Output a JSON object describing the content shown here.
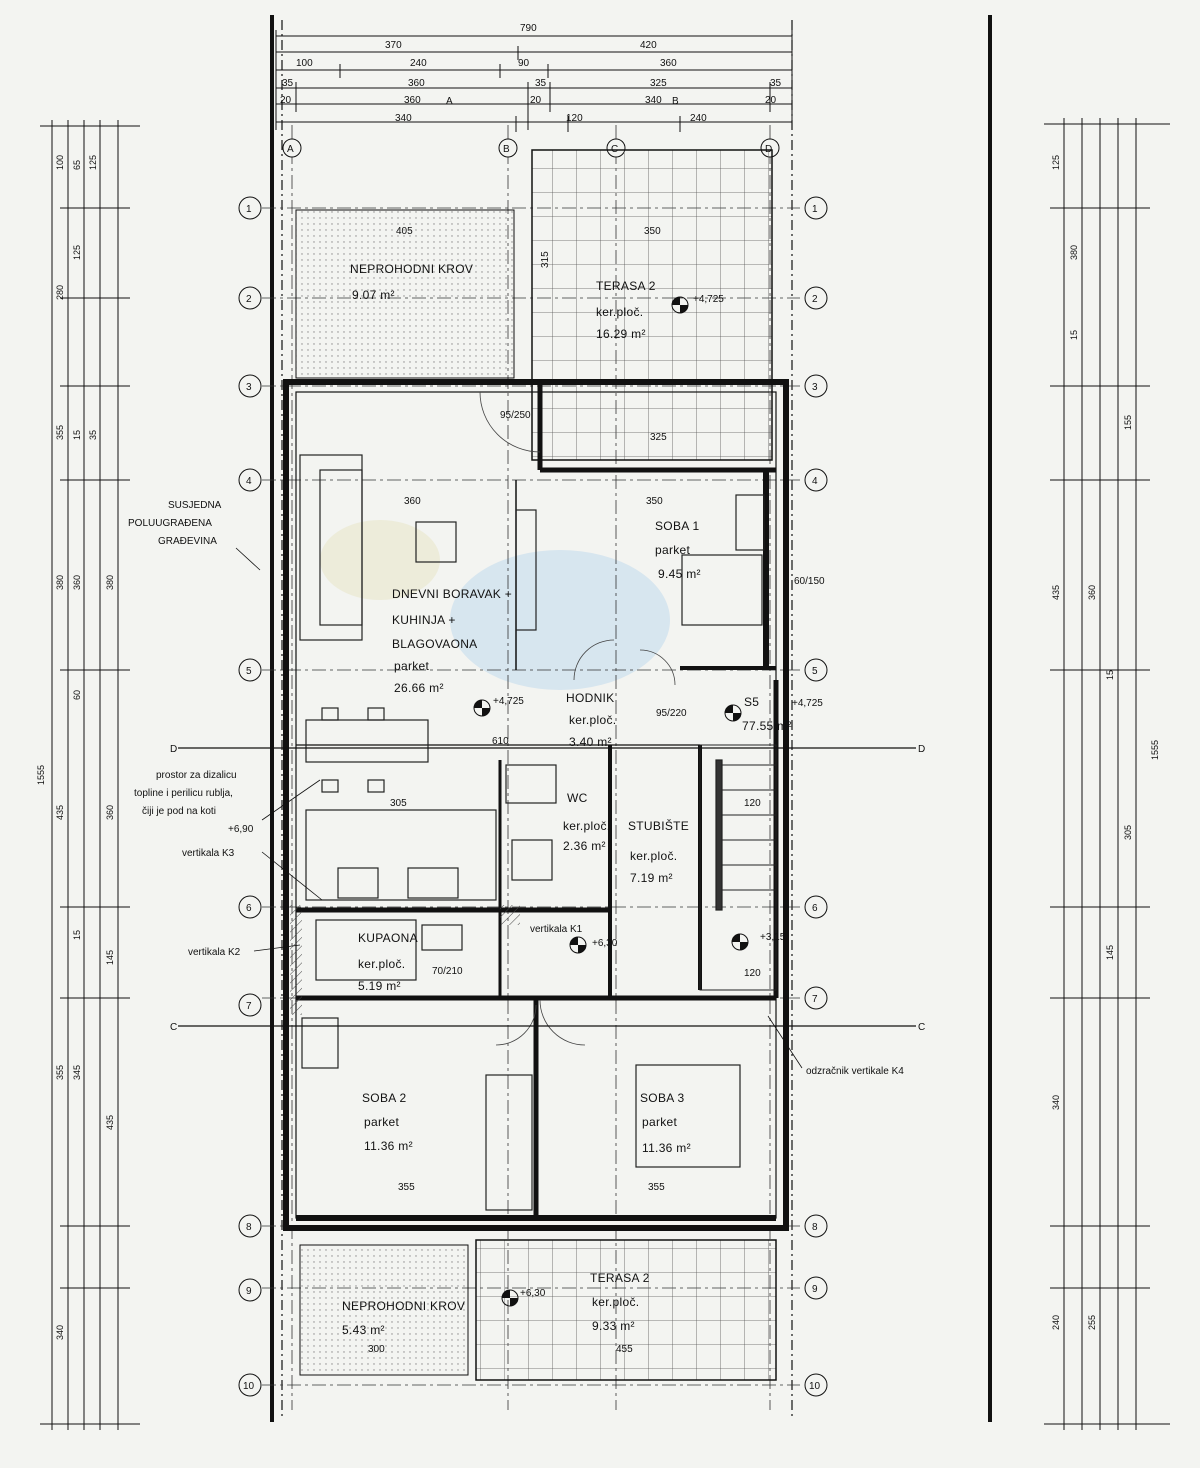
{
  "plan": {
    "top_dims": {
      "total": "790",
      "row2": [
        "370",
        "420"
      ],
      "row3": [
        "100",
        "240",
        "90",
        "360"
      ],
      "row4": [
        "35",
        "360",
        "35",
        "325",
        "35"
      ],
      "row5": [
        "20",
        "360",
        "20",
        "340",
        "20"
      ],
      "row6": [
        "340",
        "120",
        "240"
      ]
    },
    "column_axes": [
      "A",
      "B",
      "C",
      "D"
    ],
    "row_axes": [
      "1",
      "2",
      "3",
      "4",
      "5",
      "6",
      "7",
      "8",
      "9",
      "10"
    ],
    "rooms": {
      "neprohodni_krov_top": {
        "name": "NEPROHODNI KROV",
        "area": "9.07 m²"
      },
      "terasa_top": {
        "name": "TERASA 2",
        "finish": "ker.ploč.",
        "area": "16.29 m²"
      },
      "dnevni": {
        "name1": "DNEVNI BORAVAK +",
        "name2": "KUHINJA +",
        "name3": "BLAGOVAONA",
        "finish": "parket",
        "area": "26.66 m²"
      },
      "soba1": {
        "name": "SOBA 1",
        "finish": "parket",
        "area": "9.45 m²"
      },
      "hodnik": {
        "name": "HODNIK",
        "finish": "ker.ploč.",
        "area": "3.40 m²"
      },
      "wc": {
        "name": "WC",
        "finish": "ker.ploč.",
        "area": "2.36 m²"
      },
      "stubiste": {
        "name": "STUBIŠTE",
        "finish": "ker.ploč.",
        "area": "7.19 m²"
      },
      "kupaona": {
        "name": "KUPAONA",
        "finish": "ker.ploč.",
        "area": "5.19 m²"
      },
      "soba2": {
        "name": "SOBA 2",
        "finish": "parket",
        "area": "11.36 m²"
      },
      "soba3": {
        "name": "SOBA 3",
        "finish": "parket",
        "area": "11.36 m²"
      },
      "neprohodni_krov_bottom": {
        "name": "NEPROHODNI KROV",
        "area": "5.43 m²"
      },
      "terasa_bottom": {
        "name": "TERASA 2",
        "finish": "ker.ploč.",
        "area": "9.33 m²"
      },
      "s5": {
        "name": "S5",
        "area": "77.55 m²"
      }
    },
    "levels": {
      "a": "+4,725",
      "b": "+4,725",
      "c": "+4,725",
      "d": "+6,30",
      "e": "+6,30",
      "f": "+3,15"
    },
    "inner_dims": {
      "d405": "405",
      "d350": "350",
      "d315": "315",
      "d325": "325",
      "d360": "360",
      "d350b": "350",
      "d60_150": "60/150",
      "d95_250": "95/250",
      "d95_220": "95/220",
      "d305": "305",
      "d120": "120",
      "d355a": "355",
      "d355b": "355",
      "d300": "300",
      "d455": "455",
      "d70_210": "70/210",
      "d120b": "120",
      "d610": "610"
    },
    "notes": {
      "susjedna": [
        "SUSJEDNA",
        "POLUUGRAĐENA",
        "GRAĐEVINA"
      ],
      "prostor": [
        "prostor za dizalicu",
        "topline i perilicu rublja,",
        "čiji je pod na koti",
        "+6,90"
      ],
      "vertikala_k3": "vertikala K3",
      "vertikala_k2": "vertikala K2",
      "vertikala_k1": "vertikala K1",
      "odzracnik": "odzračnik vertikale K4"
    },
    "sections": {
      "d": "D",
      "c": "C"
    },
    "left_dims": {
      "total": "1555",
      "col_a": [
        "100",
        "280",
        "355",
        "380",
        "435",
        "355",
        "340"
      ],
      "col_b": [
        "65",
        "125",
        "15",
        "60",
        "360",
        "15",
        "345",
        "145"
      ],
      "col_c": [
        "125",
        "35",
        "380",
        "360",
        "435"
      ]
    },
    "right_dims": {
      "total": "1555",
      "col_a": [
        "125",
        "435",
        "340",
        "240"
      ],
      "col_b": [
        "15",
        "380",
        "360",
        "255"
      ],
      "col_c": [
        "145",
        "15",
        "155",
        "305"
      ]
    }
  }
}
